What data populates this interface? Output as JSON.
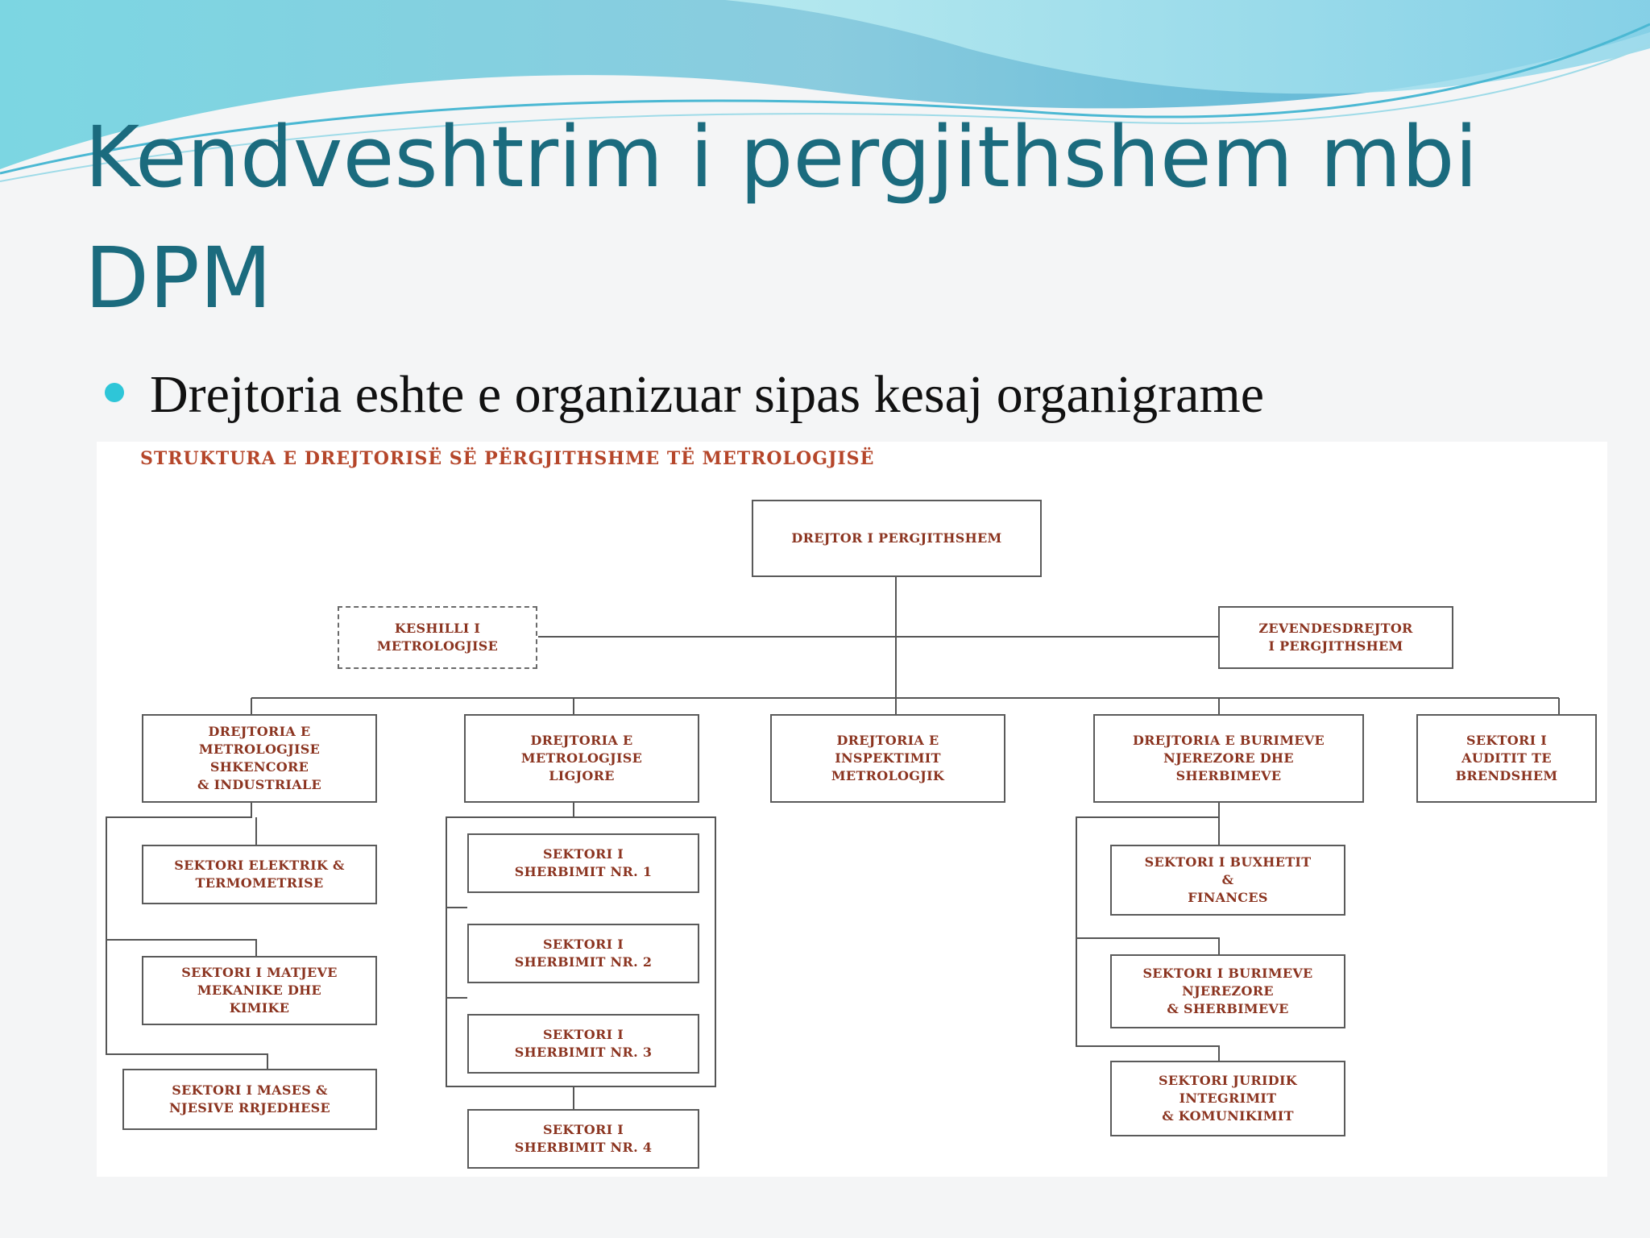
{
  "slide": {
    "title": "Kendveshtrim i pergjithshem mbi DPM",
    "bullet": "Drejtoria eshte e organizuar sipas kesaj organigrame"
  },
  "colors": {
    "title": "#1b6b7e",
    "bullet_dot": "#2ec6d8",
    "chart_text": "#8b3420",
    "chart_title": "#b5462a"
  },
  "org_chart": {
    "title": "STRUKTURA E DREJTORISË SË PËRGJITHSHME TË METROLOGJISË",
    "director": "DREJTOR I PERGJITHSHEM",
    "council": "KESHILLI I\nMETROLOGJISE",
    "deputy": "ZEVENDESDREJTOR\nI PERGJITHSHEM",
    "directorates": [
      "DREJTORIA E\nMETROLOGJISE\nSHKENCORE\n& INDUSTRIALE",
      "DREJTORIA E\nMETROLOGJISE\nLIGJORE",
      "DREJTORIA E\nINSPEKTIMIT\nMETROLOGJIK",
      "DREJTORIA E BURIMEVE\nNJEREZORE DHE\nSHERBIMEVE",
      "SEKTORI I\nAUDITIT TE\nBRENDSHEM"
    ],
    "sectors_scientific": [
      "SEKTORI ELEKTRIK &\nTERMOMETRISE",
      "SEKTORI I MATJEVE\nMEKANIKE DHE\nKIMIKE",
      "SEKTORI I MASES &\nNJESIVE RRJEDHESE"
    ],
    "sectors_legal": [
      "SEKTORI I\nSHERBIMIT NR. 1",
      "SEKTORI I\nSHERBIMIT NR. 2",
      "SEKTORI I\nSHERBIMIT NR. 3",
      "SEKTORI I\nSHERBIMIT NR. 4"
    ],
    "sectors_hr": [
      "SEKTORI I BUXHETIT\n&\nFINANCES",
      "SEKTORI I BURIMEVE\nNJEREZORE\n& SHERBIMEVE",
      "SEKTORI JURIDIK\nINTEGRIMIT\n& KOMUNIKIMIT"
    ]
  }
}
